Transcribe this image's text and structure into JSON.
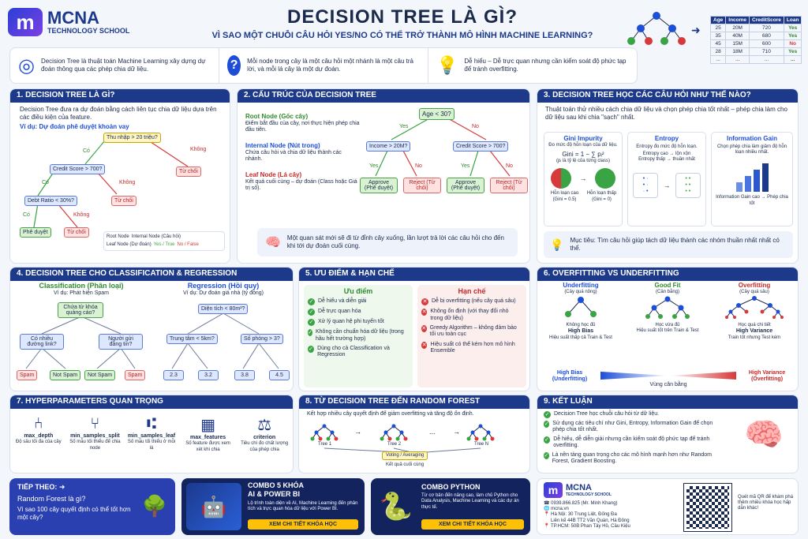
{
  "brand": {
    "name": "MCNA",
    "sub": "TECHNOLOGY SCHOOL"
  },
  "title": "DECISION TREE LÀ GÌ?",
  "subtitle": "VÌ SAO MỘT CHUỖI CÂU HỎI YES/NO CÓ THỂ TRỞ THÀNH MÔ HÌNH MACHINE LEARNING?",
  "table": {
    "headers": [
      "Age",
      "Income",
      "CreditScore",
      "Loan"
    ],
    "rows": [
      [
        "25",
        "20M",
        "720",
        "Yes"
      ],
      [
        "35",
        "40M",
        "680",
        "Yes"
      ],
      [
        "45",
        "15M",
        "600",
        "No"
      ],
      [
        "28",
        "18M",
        "710",
        "Yes"
      ],
      [
        "...",
        "...",
        "...",
        "..."
      ]
    ]
  },
  "intro": [
    "Decision Tree là thuật toán Machine Learning xây dựng dự đoán thông qua các phép chia dữ liệu.",
    "Mỗi node trong cây là một câu hỏi một nhánh là một câu trả lời, và mỗi lá cây là một dự đoán.",
    "Dễ hiểu – Dễ trực quan nhưng cần kiểm soát độ phức tạp để tránh overfitting."
  ],
  "s1": {
    "h": "1. DECISION TREE LÀ GÌ?",
    "p": "Decision Tree đưa ra dự đoán bằng cách liên tục chia dữ liệu dựa trên các điều kiện của feature.",
    "ex": "Ví dụ: Dự đoán phê duyệt khoản vay",
    "n1": "Thu nhập > 20 triệu?",
    "n2": "Credit Score > 700?",
    "n3": "Debt Ratio < 30%?",
    "r1": "Từ chối",
    "r2": "Từ chối",
    "r3": "Từ chối",
    "g1": "Phê duyệt",
    "yes": "Có",
    "no": "Không",
    "leg": [
      "Root Node",
      "Internal Node (Câu hỏi)",
      "Leaf Node (Dự đoán)",
      "Yes / True",
      "No / False"
    ]
  },
  "s2": {
    "h": "2. CẤU TRÚC CỦA DECISION TREE",
    "root_t": "Root Node (Gốc cây)",
    "root_d": "Điểm bắt đầu của cây, nơi thực hiện phép chia đầu tiên.",
    "int_t": "Internal Node (Nút trong)",
    "int_d": "Chứa câu hỏi và chia dữ liệu thành các nhánh.",
    "leaf_t": "Leaf Node (Lá cây)",
    "leaf_d": "Kết quả cuối cùng – dự đoán (Class hoặc Giá trị số).",
    "n_root": "Age < 30?",
    "n_l": "Income > 20M?",
    "n_r": "Credit Score > 700?",
    "a1": "Approve (Phê duyệt)",
    "r1": "Reject (Từ chối)",
    "a2": "Approve (Phê duyệt)",
    "r2": "Reject (Từ chối)",
    "yes": "Yes",
    "no": "No",
    "note": "Một quan sát mới sẽ đi từ đỉnh cây xuống, lần lượt trả lời các câu hỏi cho đến khi tới dự đoán cuối cùng."
  },
  "s3": {
    "h": "3. DECISION TREE HỌC CÁC CÂU HỎI NHƯ THẾ NÀO?",
    "p": "Thuật toán thử nhiều cách chia dữ liệu và chọn phép chia tốt nhất – phép chia làm cho dữ liệu sau khi chia \"sạch\" nhất.",
    "gini_t": "Gini Impurity",
    "gini_d": "Đo mức độ hỗn loạn của dữ liệu.",
    "gini_f": "Gini = 1 − ∑ pᵢ²",
    "gini_n": "(pᵢ là tỷ lệ của từng class)",
    "gini_a": "Hỗn loạn cao (Gini = 0.5)",
    "gini_b": "Hỗn loạn thấp (Gini = 0)",
    "ent_t": "Entropy",
    "ent_d": "Entropy đo mức độ hỗn loạn.",
    "ent_a": "Entropy cao → lộn xộn",
    "ent_b": "Entropy thấp → thuần nhất",
    "ig_t": "Information Gain",
    "ig_d": "Chọn phép chia làm giảm độ hỗn loạn nhiều nhất.",
    "ig_a": "Information Gain cao → Phép chia tốt",
    "goal": "Mục tiêu: Tìm câu hỏi giúp tách dữ liệu thành các nhóm thuần nhất nhất có thể."
  },
  "s4": {
    "h": "4. DECISION TREE CHO CLASSIFICATION & REGRESSION",
    "c_t": "Classification (Phân loại)",
    "c_e": "Ví dụ: Phát hiện Spam",
    "c_root": "Chứa từ khóa quảng cáo?",
    "c_l": "Có nhiều đường link?",
    "c_r": "Người gửi đáng tin?",
    "c_leaf": [
      "Spam",
      "Not Spam",
      "Not Spam",
      "Spam"
    ],
    "r_t": "Regression (Hồi quy)",
    "r_e": "Ví dụ: Dự đoán giá nhà (tỷ đồng)",
    "r_root": "Diện tích < 80m²?",
    "r_l": "Trung tâm < 5km?",
    "r_r": "Số phòng > 3?",
    "r_leaf": [
      "2.3",
      "3.2",
      "3.8",
      "4.5"
    ],
    "yes": "Yes",
    "no": "No"
  },
  "s5": {
    "h": "5. ƯU ĐIỂM & HẠN CHẾ",
    "pro_t": "Ưu điểm",
    "pros": [
      "Dễ hiểu và diễn giải",
      "Dễ trực quan hóa",
      "Xử lý quan hệ phi tuyến tốt",
      "Không cần chuẩn hóa dữ liệu (trong hầu hết trường hợp)",
      "Dùng cho cả Classification và Regression"
    ],
    "con_t": "Hạn chế",
    "cons": [
      "Dễ bị overfitting (nếu cây quá sâu)",
      "Không ổn định (với thay đổi nhỏ trong dữ liệu)",
      "Greedy Algorithm – không đảm bảo tối ưu toàn cục",
      "Hiệu suất có thể kém hơn mô hình Ensemble"
    ]
  },
  "s6": {
    "h": "6. OVERFITTING VS UNDERFITTING",
    "u_t": "Underfitting",
    "u_s": "(Cây quá nông)",
    "u_d": "Không học đủ",
    "u_b": "High Bias",
    "u_e": "Hiệu suất thấp cả Train & Test",
    "g_t": "Good Fit",
    "g_s": "(Cân bằng)",
    "g_d": "Học vừa đủ",
    "g_e": "Hiệu suất tốt trên Train & Test",
    "o_t": "Overfitting",
    "o_s": "(Cây quá sâu)",
    "o_d": "Học quá chi tiết",
    "o_b": "High Variance",
    "o_e": "Train tốt nhưng Test kém",
    "hb": "High Bias (Underfitting)",
    "bal": "Vùng cân bằng",
    "hv": "High Variance (Overfitting)"
  },
  "s7": {
    "h": "7. HYPERPARAMETERS QUAN TRỌNG",
    "items": [
      {
        "n": "max_depth",
        "d": "Độ sâu tối đa của cây"
      },
      {
        "n": "min_samples_split",
        "d": "Số mẫu tối thiểu để chia node"
      },
      {
        "n": "min_samples_leaf",
        "d": "Số mẫu tối thiểu ở mỗi lá"
      },
      {
        "n": "max_features",
        "d": "Số feature được xem xét khi chia"
      },
      {
        "n": "criterion",
        "d": "Tiêu chí đo chất lượng của phép chia"
      }
    ]
  },
  "s8": {
    "h": "8. TỪ DECISION TREE ĐẾN RANDOM FOREST",
    "p": "Kết hợp nhiều cây quyết định để giảm overfitting và tăng độ ổn định.",
    "t1": "Tree 1",
    "t2": "Tree 2",
    "tn": "Tree N",
    "dots": "...",
    "vote": "Voting / Averaging",
    "res": "Kết quả cuối cùng"
  },
  "s9": {
    "h": "9. KẾT LUẬN",
    "items": [
      "Decision Tree học chuỗi câu hỏi từ dữ liệu.",
      "Sử dụng các tiêu chí như Gini, Entropy, Information Gain để chọn phép chia tốt nhất.",
      "Dễ hiểu, dễ diễn giải nhưng cần kiểm soát độ phức tạp để tránh overfitting.",
      "Là nền tảng quan trọng cho các mô hình mạnh hơn như Random Forest, Gradient Boosting."
    ]
  },
  "next": {
    "t": "TIẾP THEO:",
    "q1": "Random Forest là gì?",
    "q2": "Vì sao 100 cây quyết định có thể tốt hơn một cây?"
  },
  "combo5": {
    "t1": "COMBO 5 KHÓA",
    "t2": "AI & POWER BI",
    "d": "Lộ trình toàn diện về AI, Machine Learning đến phân tích và trực quan hóa dữ liệu với Power BI.",
    "btn": "XEM CHI TIẾT KHÓA HỌC"
  },
  "combop": {
    "t": "COMBO PYTHON",
    "d": "Từ cơ bản đến nâng cao, làm chủ Python cho Data Analysis, Machine Learning và các dự án thực tế.",
    "btn": "XEM CHI TIẾT KHÓA HỌC"
  },
  "contact": {
    "phone": "0939.866.825 (Mr. Minh Khang)",
    "web": "mcna.vn",
    "hn": "Hà Nội: 30 Trung Liệt, Đống Đa",
    "hn2": "Liên kế 44B TT2 Văn Quán, Hà Đông",
    "hcm": "TP.HCM: 50B Phan Tây Hồ, Cầu Kiệu",
    "qr": "Quét mã QR để khám phá thêm nhiều khóa học hấp dẫn khác!"
  },
  "colors": {
    "navy": "#1d3a8a",
    "green": "#3aa343",
    "red": "#d63a3a",
    "yellow": "#ffc107"
  }
}
